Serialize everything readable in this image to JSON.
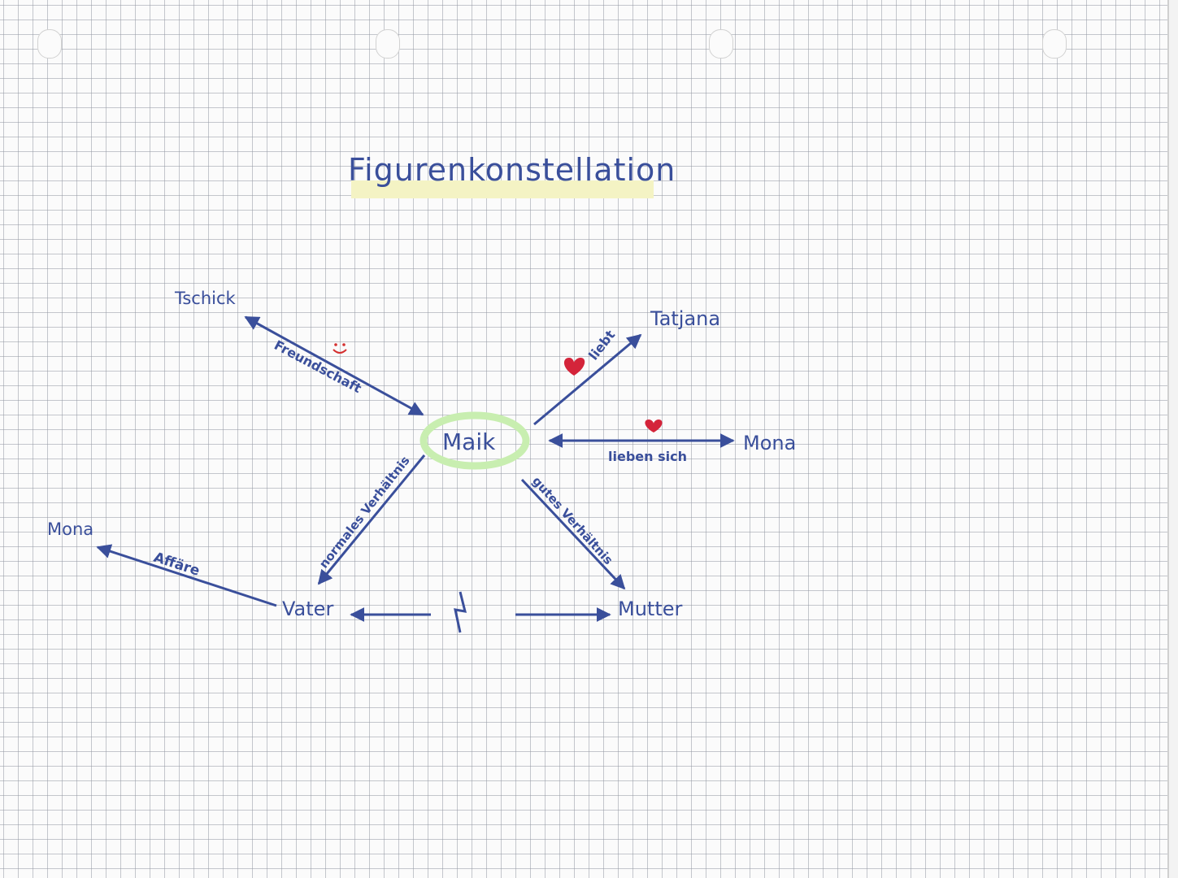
{
  "title": "Figurenkonstellation",
  "center": "Maik",
  "people": {
    "tschick": "Tschick",
    "tatjana": "Tatjana",
    "mona_right": "Mona",
    "mona_left": "Mona",
    "vater": "Vater",
    "mutter": "Mutter"
  },
  "relations": {
    "freundschaft": "Freundschaft",
    "liebt": "liebt",
    "lieben_sich": "lieben sich",
    "normales_verhaeltnis": "normales Verhältnis",
    "gutes_verhaeltnis": "gutes Verhältnis",
    "affaere": "Affäre",
    "konflikt_symbol": "ϟ"
  },
  "icons": [
    "smiley-icon",
    "heart-icon",
    "lightning-icon"
  ],
  "colors": {
    "ink": "#3a4f9b",
    "title_highlight": "#f4f3c4",
    "maik_circle": "#c8eeb0",
    "heart": "#d4243a",
    "smiley": "#d43030"
  }
}
